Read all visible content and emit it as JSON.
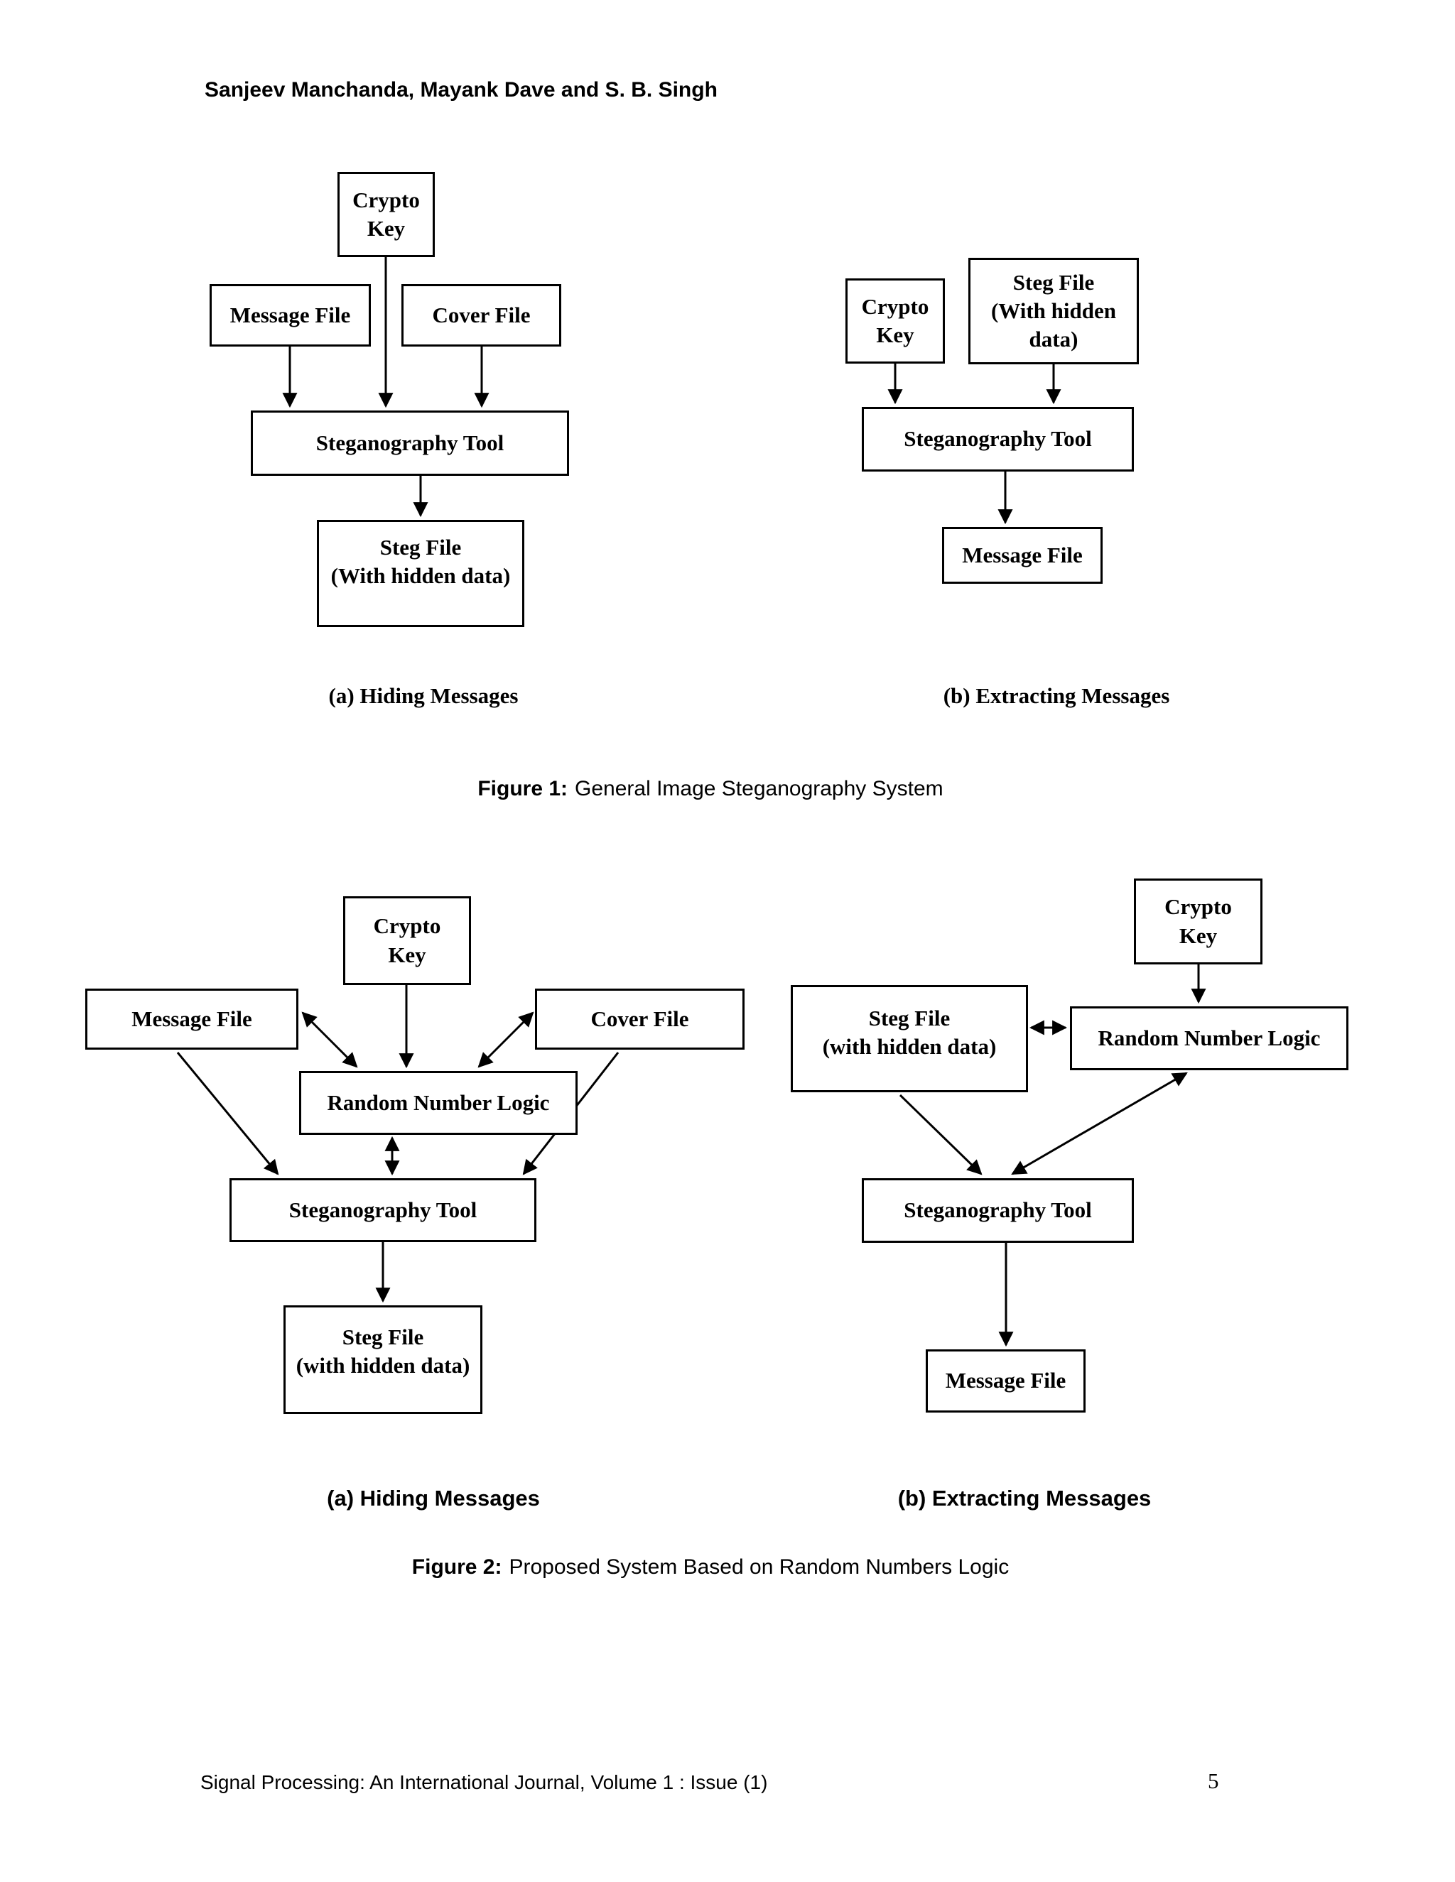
{
  "header": {
    "authors": "Sanjeev Manchanda, Mayank Dave and S. B. Singh"
  },
  "figure1": {
    "caption_label": "Figure 1:",
    "caption_text": "General Image Steganography System",
    "panel_a": {
      "caption": "(a) Hiding Messages",
      "boxes": {
        "crypto_key": "Crypto\nKey",
        "message_file": "Message File",
        "cover_file": "Cover File",
        "steganography_tool": "Steganography Tool",
        "steg_file": "Steg File\n(With hidden data)"
      }
    },
    "panel_b": {
      "caption": "(b) Extracting Messages",
      "boxes": {
        "crypto_key": "Crypto\nKey",
        "steg_file": "Steg File\n(With hidden\ndata)",
        "steganography_tool": "Steganography Tool",
        "message_file": "Message File"
      }
    }
  },
  "figure2": {
    "caption_label": "Figure 2:",
    "caption_text": "Proposed System Based on Random Numbers Logic",
    "panel_a": {
      "caption": "(a) Hiding Messages",
      "boxes": {
        "crypto_key": "Crypto\nKey",
        "message_file": "Message File",
        "cover_file": "Cover File",
        "random_number_logic": "Random Number Logic",
        "steganography_tool": "Steganography Tool",
        "steg_file": "Steg File\n(with hidden data)"
      }
    },
    "panel_b": {
      "caption": "(b) Extracting Messages",
      "boxes": {
        "crypto_key": "Crypto\nKey",
        "steg_file": "Steg File\n(with hidden data)",
        "random_number_logic": "Random Number Logic",
        "steganography_tool": "Steganography Tool",
        "message_file": "Message File"
      }
    }
  },
  "footer": {
    "journal_line": "Signal Processing: An International Journal, Volume 1 : Issue (1)",
    "page_number": "5"
  }
}
